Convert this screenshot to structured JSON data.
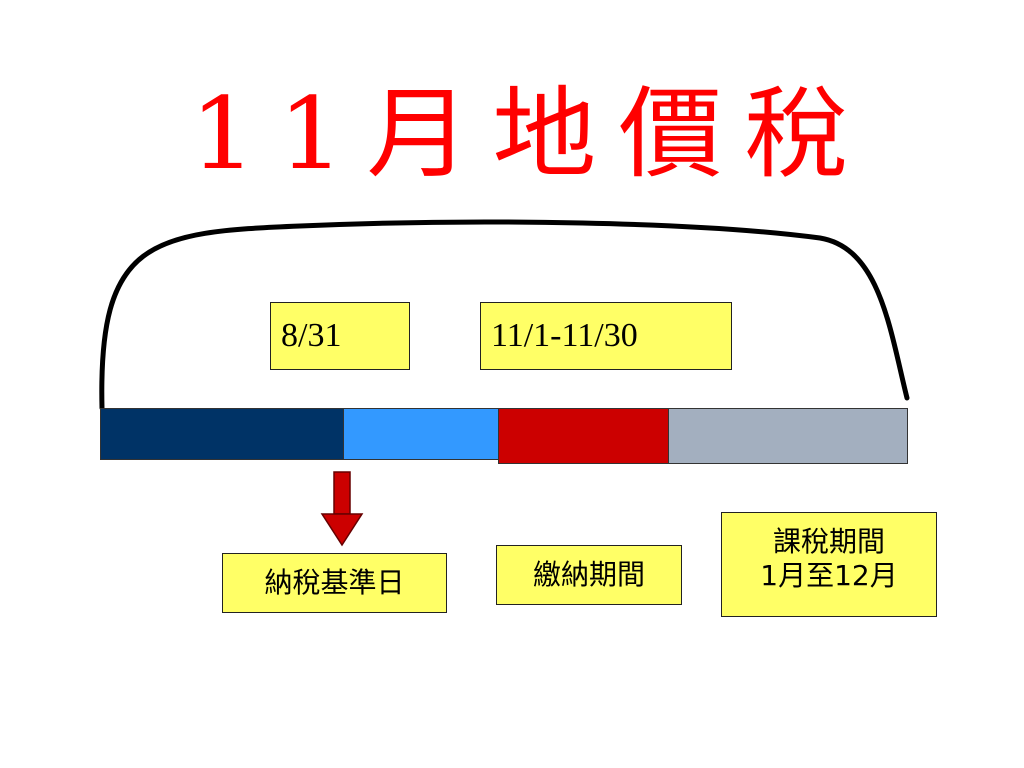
{
  "title": "11月地價稅",
  "dates": {
    "reference": "8/31",
    "payment_period": "11/1-11/30"
  },
  "labels": {
    "reference_day": "納稅基準日",
    "payment_period": "繳納期間",
    "tax_period_line1": "課稅期間",
    "tax_period_line2": "1月至12月"
  },
  "colors": {
    "title": "#ff0000",
    "segment_1": "#003366",
    "segment_2": "#3399ff",
    "segment_3": "#cc0000",
    "segment_4": "#a3afbf",
    "box_fill": "#ffff66",
    "arrow": "#cc0000"
  }
}
